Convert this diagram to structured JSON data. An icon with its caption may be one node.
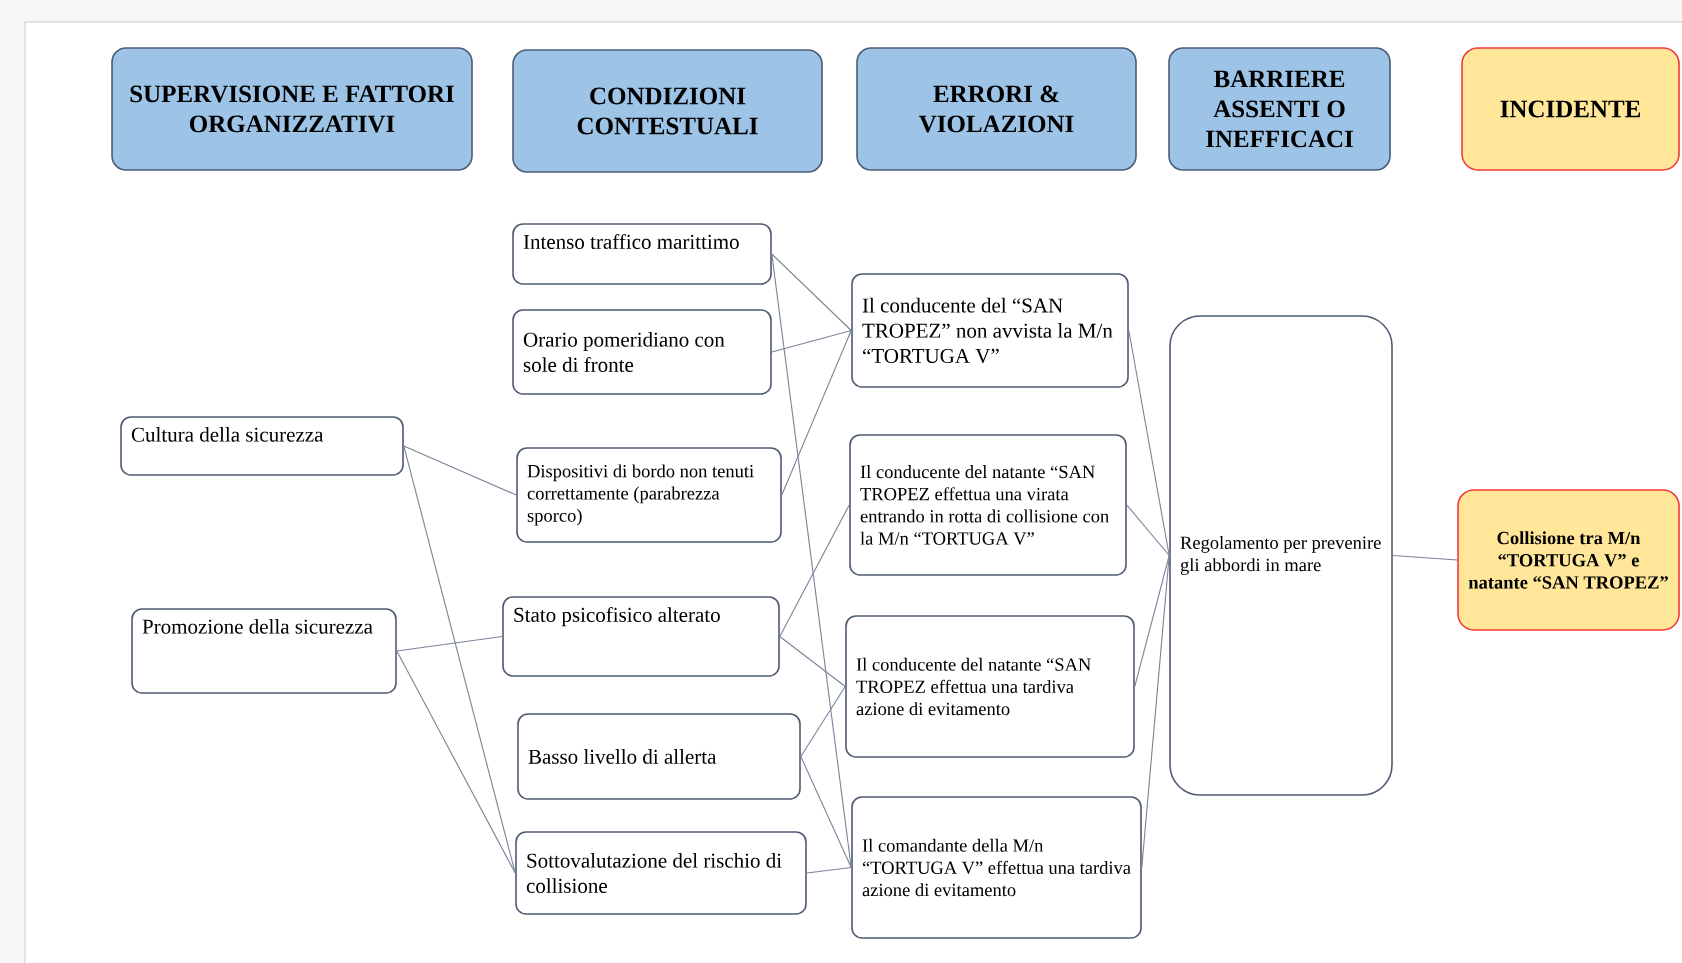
{
  "diagram": {
    "nodes": [
      {
        "text": [
          "SUPERVISIONE E FATTORI ORGANIZZATIVI"
        ]
      },
      {
        "text": [
          "CONDIZIONI CONTESTUALI"
        ]
      },
      {
        "text": [
          "ERRORI & VIOLAZIONI"
        ]
      },
      {
        "text": [
          "BARRIERE ASSENTI O INEFFICACI"
        ]
      },
      {
        "text": [
          "INCIDENTE"
        ]
      },
      {
        "text": [
          "Cultura della sicurezza"
        ]
      },
      {
        "text": [
          "Promozione della sicurezza"
        ]
      },
      {
        "text": [
          "Intenso traffico marittimo"
        ]
      },
      {
        "text": [
          "Orario pomeridiano con sole di fronte"
        ]
      },
      {
        "text": [
          "Dispositivi di bordo non tenuti correttamente (parabrezza sporco)"
        ]
      },
      {
        "text": [
          "Stato psicofisico alterato"
        ]
      },
      {
        "text": [
          "Basso livello di allerta"
        ]
      },
      {
        "text": [
          "Sottovalutazione del rischio di collisione"
        ]
      },
      {
        "text": [
          "Il conducente del “SAN TROPEZ” non avvista la M/n “TORTUGA V”"
        ]
      },
      {
        "text": [
          "Il conducente del natante “SAN TROPEZ effettua una virata entrando in rotta di collisione con la M/n “TORTUGA V”"
        ]
      },
      {
        "text": [
          "Il conducente del natante “SAN TROPEZ effettua una tardiva azione di evitamento"
        ]
      },
      {
        "text": [
          "Il comandante della M/n “TORTUGA V” effettua una tardiva azione di evitamento"
        ]
      },
      {
        "text": [
          "Regolamento per prevenire gli abbordi in mare"
        ]
      },
      {
        "text": [
          "Collisione tra M/n “TORTUGA V” e natante “SAN TROPEZ”"
        ]
      }
    ],
    "edges": [
      {
        "from": 5,
        "to": 9,
        "arrow": "none"
      },
      {
        "from": 5,
        "to": 12,
        "arrow": "none"
      },
      {
        "from": 6,
        "to": 10,
        "arrow": "none"
      },
      {
        "from": 6,
        "to": 12,
        "arrow": "none"
      },
      {
        "from": 7,
        "to": 13,
        "arrow": "none"
      },
      {
        "from": 7,
        "to": 16,
        "arrow": "none"
      },
      {
        "from": 8,
        "to": 13,
        "arrow": "none"
      },
      {
        "from": 9,
        "to": 13,
        "arrow": "none"
      },
      {
        "from": 10,
        "to": 14,
        "arrow": "none"
      },
      {
        "from": 10,
        "to": 15,
        "arrow": "none"
      },
      {
        "from": 11,
        "to": 15,
        "arrow": "none"
      },
      {
        "from": 11,
        "to": 16,
        "arrow": "none"
      },
      {
        "from": 12,
        "to": 16,
        "arrow": "none"
      },
      {
        "from": 13,
        "to": 17,
        "arrow": "none"
      },
      {
        "from": 14,
        "to": 17,
        "arrow": "none"
      },
      {
        "from": 15,
        "to": 17,
        "arrow": "none"
      },
      {
        "from": 16,
        "to": 17,
        "arrow": "none"
      },
      {
        "from": 17,
        "to": 18,
        "arrow": "none"
      }
    ]
  }
}
